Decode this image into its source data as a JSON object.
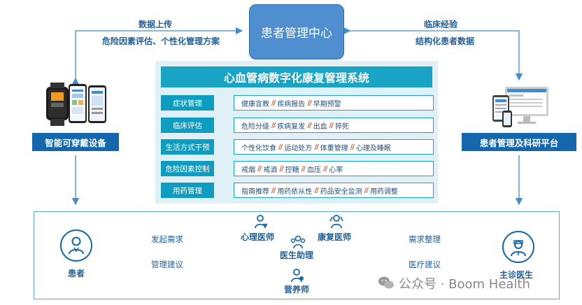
{
  "center": {
    "title": "患者管理中心"
  },
  "top_left": {
    "line1": "数据上传",
    "line2": "危险因素评估、个性化管理方案"
  },
  "top_right": {
    "line1": "临床经验",
    "line2": "结构化患者数据"
  },
  "system": {
    "title": "心血管病数字化康复管理系统",
    "rows": [
      {
        "label": "症状管理",
        "items": [
          "健康宣教",
          "疾病报告",
          "早期预警"
        ]
      },
      {
        "label": "临床评估",
        "items": [
          "危险分级",
          "疾病复发",
          "出血",
          "猝死"
        ]
      },
      {
        "label": "生活方式干预",
        "items": [
          "个性化饮食",
          "运动处方",
          "体重管理",
          "心理及睡眠"
        ]
      },
      {
        "label": "危险因素控制",
        "items": [
          "戒烟",
          "戒酒",
          "控糖",
          "血压",
          "心率"
        ]
      },
      {
        "label": "用药管理",
        "items": [
          "指南推荐",
          "用药依从性",
          "药品安全监测",
          "用药调整"
        ]
      }
    ],
    "separator": "//"
  },
  "left_device": {
    "label": "智能可穿戴设备"
  },
  "right_platform": {
    "label": "患者管理及科研平台"
  },
  "bottom": {
    "patient": "患者",
    "chief_doctor": "主诊医生",
    "psych_doctor": "心理医师",
    "rehab_doctor": "康复医师",
    "assistant": "医生助理",
    "nutritionist": "营养师",
    "left_top_arrow": "发起需求",
    "left_bottom_arrow": "管理建议",
    "right_top_arrow": "需求整理",
    "right_bottom_arrow": "医疗建议"
  },
  "watermark": {
    "text": "公众号 · Boom Health"
  },
  "colors": {
    "primary": "#1467ad",
    "teal": "#19a4c6",
    "panel_bg": "#dff1f7",
    "separator": "#e1542a"
  }
}
